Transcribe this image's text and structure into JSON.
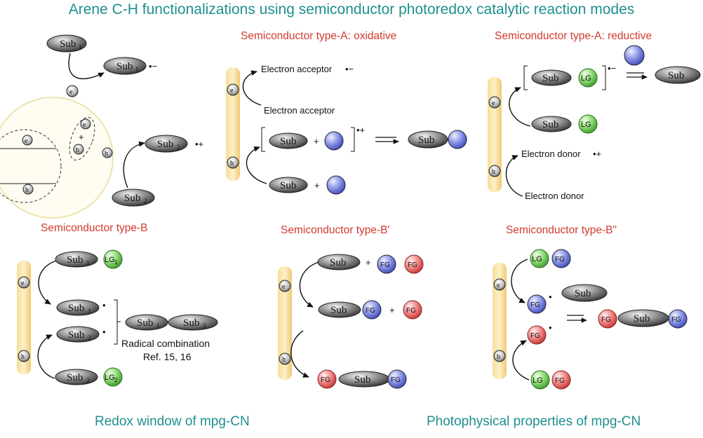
{
  "title": "Arene C-H functionalizations using semiconductor photoredox catalytic reaction modes",
  "sections": {
    "typeA_ox": "Semiconductor type-A: oxidative",
    "typeA_red": "Semiconductor type-A: reductive",
    "typeB": "Semiconductor type-B",
    "typeB1": "Semiconductor type-B'",
    "typeB2": "Semiconductor type-B\""
  },
  "labels": {
    "sub": "Sub",
    "sub1": "Sub",
    "sub2": "Sub",
    "lg": "LG",
    "lg1": "LG",
    "lg2": "LG",
    "fg1": "FG",
    "fg2": "FG",
    "e": "e",
    "h": "h",
    "idx1": "1",
    "idx2": "2",
    "electron_acceptor": "Electron acceptor",
    "electron_donor": "Electron donor",
    "radical_combination": "Radical combination",
    "ref": "Ref. 15, 16",
    "plus": "+",
    "radical_anion": "•−",
    "radical_cation": "•+",
    "radical": "•"
  },
  "footer": {
    "left": "Redox window of mpg-CN",
    "right": "Photophysical properties of mpg-CN"
  },
  "colors": {
    "teal": "#1f8f8f",
    "red": "#d23a2f",
    "bar": "#f5d78a",
    "blue_ball": "#6f7fd8",
    "green": "#7ed36a",
    "red_ball": "#f07a7a",
    "grey": "#555555"
  }
}
